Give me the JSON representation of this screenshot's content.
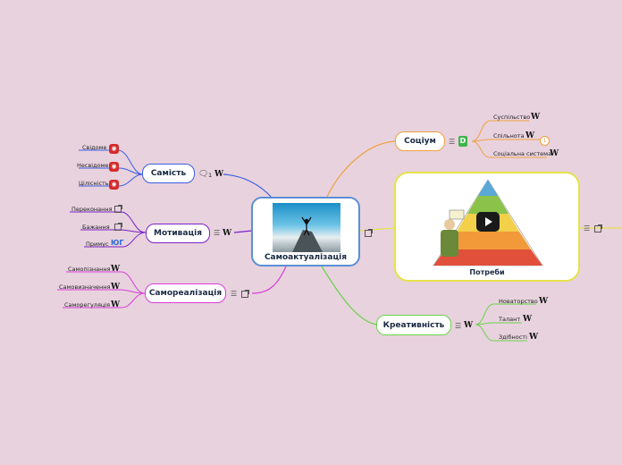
{
  "center": {
    "label": "Самоактуалізація"
  },
  "branches": {
    "samist": {
      "label": "Самість",
      "comment_count": "1",
      "leaves": [
        "Свідоме",
        "Несвідоме",
        "Цілісність"
      ]
    },
    "motyvatsiia": {
      "label": "Мотивація",
      "leaves": [
        "Переконання",
        "Бажання",
        "Примус"
      ]
    },
    "samorealizatsiia": {
      "label": "Самореалізація",
      "leaves": [
        "Самопізнання",
        "Самовизначення",
        "Саморегуляція"
      ]
    },
    "sotsium": {
      "label": "Соціум",
      "leaves": [
        "Суспільство",
        "Спільнота",
        "Соціальна система"
      ],
      "badge": "1"
    },
    "potreby": {
      "label": "Потреби"
    },
    "kreatyvnist": {
      "label": "Креативність",
      "leaves": [
        "Новаторство",
        "Талант",
        "Здібності"
      ]
    }
  },
  "colors": {
    "background": "#e8d2de",
    "samist": "#3b5ee0",
    "motyvatsiia": "#7a22c7",
    "samorealizatsiia": "#d93cd9",
    "sotsium": "#f0a040",
    "potreby": "#e6e24a",
    "kreatyvnist": "#6ad24a",
    "center": "#5a8fd4"
  },
  "icons": {
    "wikipedia": "W",
    "menu": "☰",
    "external": "external-link-icon",
    "comment": "comment-icon",
    "youtube": "ЮГ"
  }
}
